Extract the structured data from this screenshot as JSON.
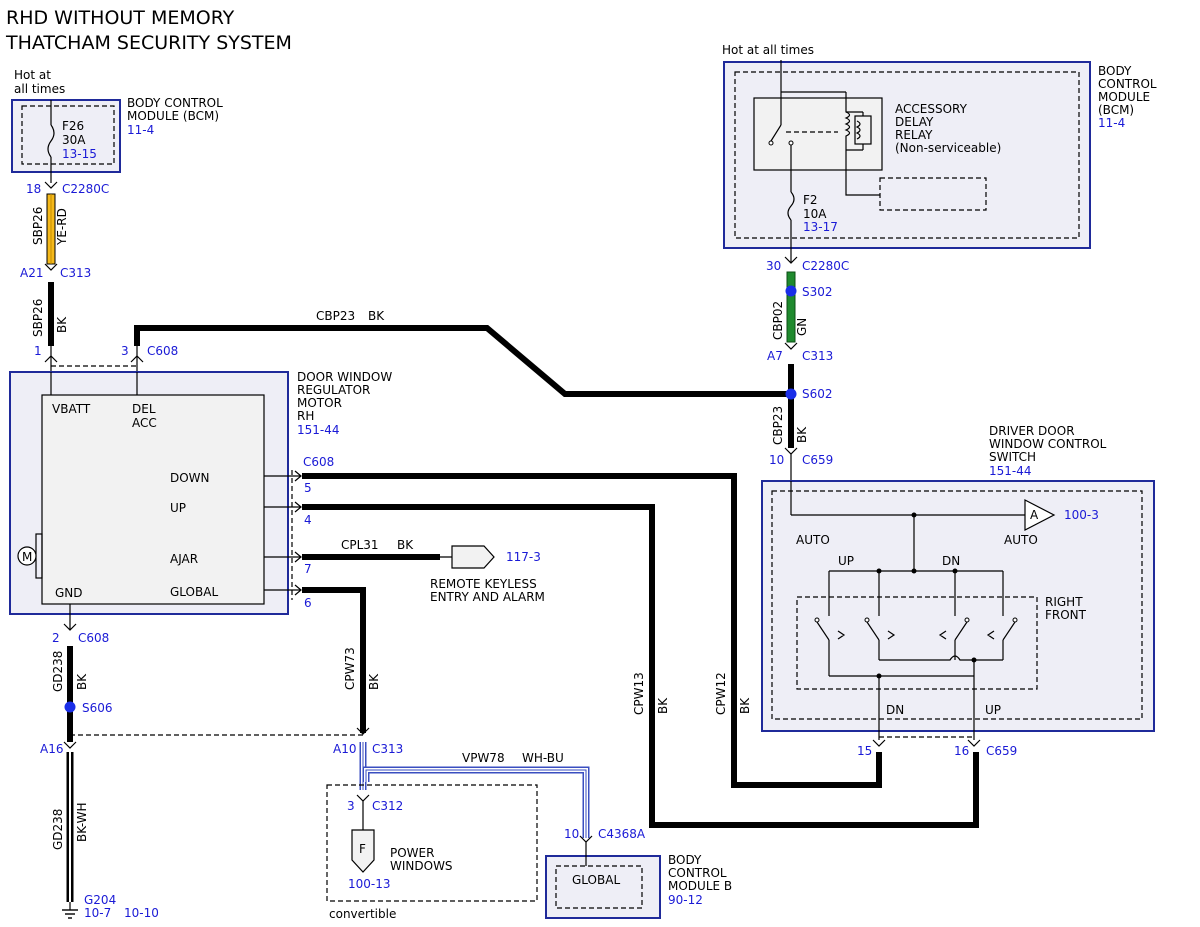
{
  "title": [
    "RHD WITHOUT MEMORY",
    "THATCHAM SECURITY SYSTEM"
  ],
  "power_left": {
    "hot_label": [
      "Hot at",
      "all times"
    ],
    "module": [
      "BODY CONTROL",
      "MODULE (BCM)"
    ],
    "module_ref": "11-4",
    "fuse": "F26",
    "fuse_rating": "30A",
    "fuse_ref": "13-15",
    "conn1_pin": "18",
    "conn1_name": "C2280C",
    "wire1_circuit": "SBP26",
    "wire1_color": "YE-RD",
    "conn2_pin": "A21",
    "conn2_name": "C313",
    "wire2_circuit": "SBP26",
    "wire2_color": "BK",
    "motor_pin_vbatt": "1",
    "motor_pin_del": "3",
    "motor_conn": "C608"
  },
  "power_right": {
    "hot_label": "Hot at all times",
    "module": [
      "BODY",
      "CONTROL",
      "MODULE",
      "(BCM)"
    ],
    "module_ref": "11-4",
    "relay": [
      "ACCESSORY",
      "DELAY",
      "RELAY",
      "(Non-serviceable)"
    ],
    "fuse": "F2",
    "fuse_rating": "10A",
    "fuse_ref": "13-17",
    "conn1_pin": "30",
    "conn1_name": "C2280C",
    "splice1": "S302",
    "wire_circuit": "CBP02",
    "wire_color": "GN",
    "conn2_pin": "A7",
    "conn2_name": "C313",
    "splice2": "S602",
    "wire2_circuit": "CBP23",
    "wire2_color": "BK",
    "conn3_pin": "10",
    "conn3_name": "C659"
  },
  "top_wire": {
    "circuit": "CBP23",
    "color": "BK"
  },
  "motor": {
    "label": [
      "DOOR WINDOW",
      "REGULATOR",
      "MOTOR",
      "RH"
    ],
    "ref": "151-44",
    "pin_vbatt": "VBATT",
    "pin_del": [
      "DEL",
      "ACC"
    ],
    "pin_down": "DOWN",
    "pin_up": "UP",
    "pin_ajar": "AJAR",
    "pin_global": "GLOBAL",
    "pin_gnd": "GND",
    "motor_symbol": "M",
    "conn": "C608",
    "pin5": "5",
    "pin4": "4",
    "pin7": "7",
    "pin6": "6",
    "gnd_pin": "2",
    "gnd_conn": "C608"
  },
  "ajar_wire": {
    "circuit": "CPL31",
    "color": "BK",
    "ref": "117-3",
    "dest": [
      "REMOTE KEYLESS",
      "ENTRY AND ALARM"
    ]
  },
  "ground": {
    "wire1_circuit": "GD238",
    "wire1_color": "BK",
    "splice": "S606",
    "conn_pin": "A16",
    "wire2_circuit": "GD238",
    "wire2_color": "BK-WH",
    "ground_id": "G204",
    "ref1": "10-7",
    "ref2": "10-10"
  },
  "global_wire": {
    "circuit": "CPW73",
    "color": "BK",
    "conn_pin": "A10",
    "conn_name": "C313",
    "circuit2": "VPW78",
    "color2": "WH-BU",
    "pw_pin": "3",
    "pw_conn": "C312",
    "pw_symbol": "F",
    "pw_label": [
      "POWER",
      "WINDOWS"
    ],
    "pw_ref": "100-13",
    "convertible": "convertible",
    "bcmb_pin": "10",
    "bcmb_conn": "C4368A",
    "bcmb_inner": "GLOBAL",
    "bcmb_label": [
      "BODY",
      "CONTROL",
      "MODULE B"
    ],
    "bcmb_ref": "90-12"
  },
  "down_up_wires": {
    "down_circuit": "CPW13",
    "down_color": "BK",
    "up_circuit": "CPW12",
    "up_color": "BK",
    "switch_pin15": "15",
    "switch_pin16": "16",
    "switch_conn": "C659"
  },
  "switch": {
    "label": [
      "DRIVER DOOR",
      "WINDOW CONTROL",
      "SWITCH"
    ],
    "ref": "151-44",
    "auto_left": "AUTO",
    "auto_right": "AUTO",
    "arrow_letter": "A",
    "arrow_ref": "100-3",
    "up": "UP",
    "dn": "DN",
    "right_front": [
      "RIGHT",
      "FRONT"
    ],
    "bottom_dn": "DN",
    "bottom_up": "UP"
  }
}
